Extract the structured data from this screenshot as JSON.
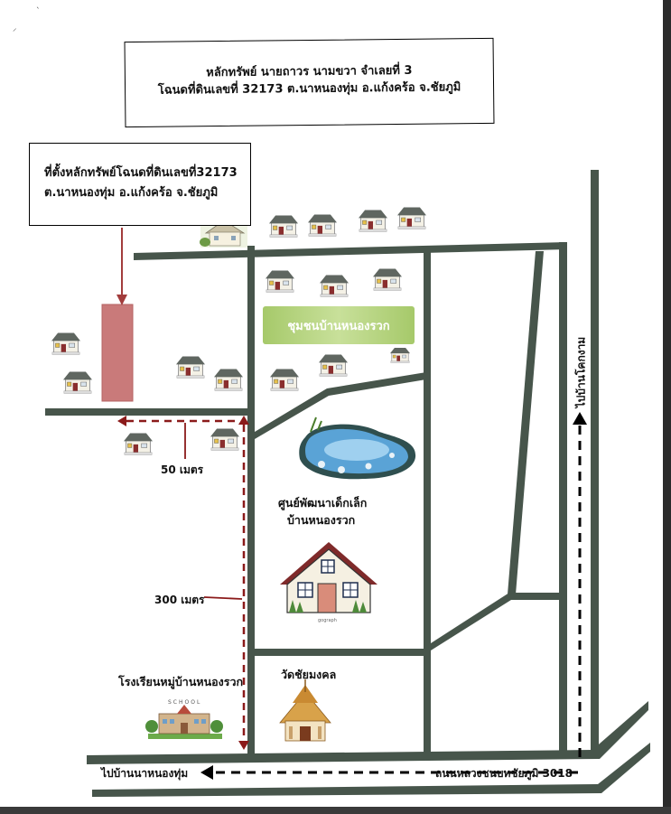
{
  "title": {
    "line1": "หลักทรัพย์ นายถาวร  นามขวา จำเลยที่ 3",
    "line2": "โฉนดที่ดินเลขที่ 32173 ต.นาหนองทุ่ม อ.แก้งคร้อ จ.ชัยภูมิ"
  },
  "property_location": {
    "line1": "ที่ตั้งหลักทรัพย์โฉนดที่ดินเลขที่32173",
    "line2": "ต.นาหนองทุ่ม  อ.แก้งคร้อ จ.ชัยภูมิ"
  },
  "labels": {
    "community": "ชุมชนบ้านหนองรวก",
    "child_center_line1": "ศูนย์พัฒนาเด็กเล็ก",
    "child_center_line2": "บ้านหนองรวก",
    "school": "โรงเรียนหมู่บ้านหนองรวก",
    "school_sign": "SCHOOL",
    "temple": "วัดชัยมงคล",
    "distance_50": "50 เมตร",
    "distance_300": "300 เมตร",
    "to_na_nong_thum": "ไปบ้านนาหนองทุ่ม",
    "highway": "ถนนหลวงชนบทชัยภูมิ 3018",
    "to_khok_ngam": "ไปบ้านโคกงาม",
    "credit": "gograph"
  },
  "colors": {
    "road": "#47554b",
    "plot": "#c97a7a",
    "route": "#8b1a1a",
    "pointer": "#a23c3c",
    "arrow": "#000000",
    "community_bg": "#b5d47f",
    "pond": "#5aa3d6"
  }
}
